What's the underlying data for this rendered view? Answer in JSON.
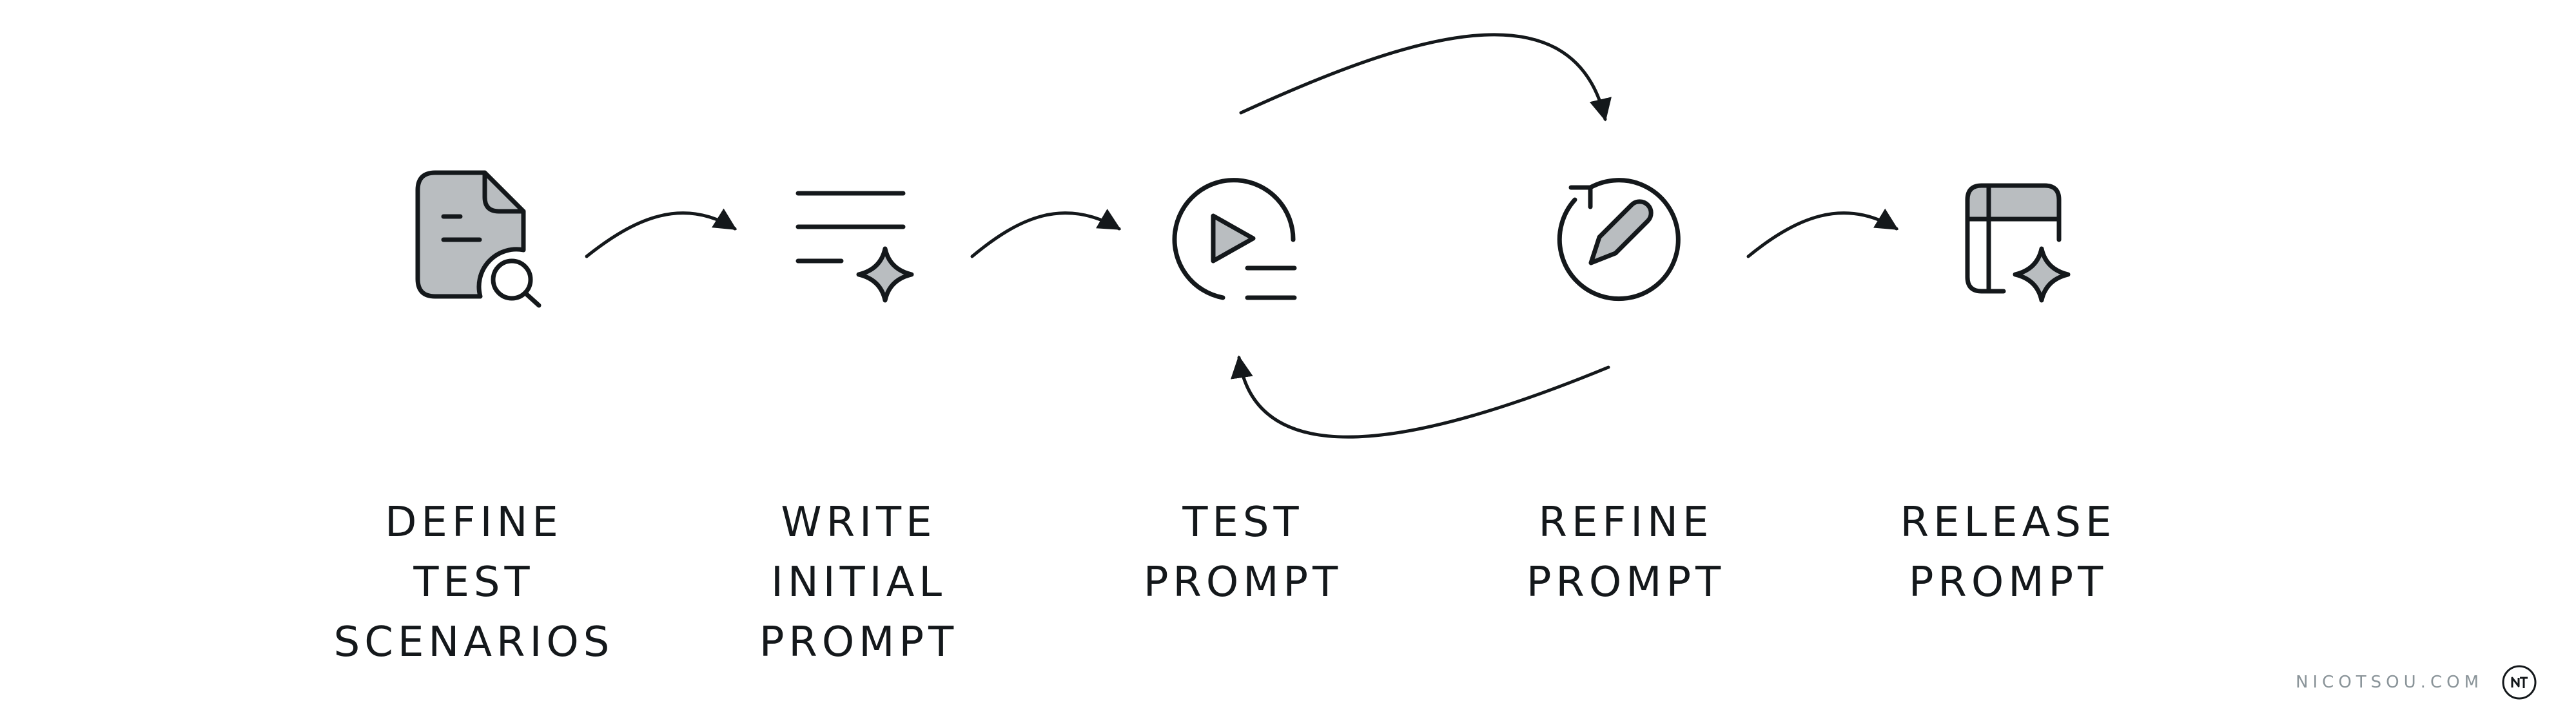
{
  "steps": [
    {
      "id": "define",
      "icon": "document-search-icon",
      "label_lines": [
        "DEFINE",
        "TEST",
        "SCENARIOS"
      ]
    },
    {
      "id": "write",
      "icon": "text-lines-sparkle-icon",
      "label_lines": [
        "WRITE",
        "INITIAL",
        "PROMPT"
      ]
    },
    {
      "id": "test",
      "icon": "play-circle-list-icon",
      "label_lines": [
        "TEST",
        "PROMPT"
      ]
    },
    {
      "id": "refine",
      "icon": "refresh-pencil-icon",
      "label_lines": [
        "REFINE",
        "PROMPT"
      ]
    },
    {
      "id": "release",
      "icon": "table-sparkle-icon",
      "label_lines": [
        "RELEASE",
        "PROMPT"
      ]
    }
  ],
  "connections": [
    {
      "from": "define",
      "to": "write"
    },
    {
      "from": "write",
      "to": "test"
    },
    {
      "from": "test",
      "to": "refine"
    },
    {
      "from": "refine",
      "to": "test"
    },
    {
      "from": "refine",
      "to": "release"
    }
  ],
  "watermark": {
    "text": "NICOTSOU.COM",
    "logo": "nt-monogram-logo"
  },
  "colors": {
    "stroke": "#14181b",
    "fill": "#b9bdc0",
    "watermark_text": "#8a9499",
    "background": "#ffffff"
  }
}
